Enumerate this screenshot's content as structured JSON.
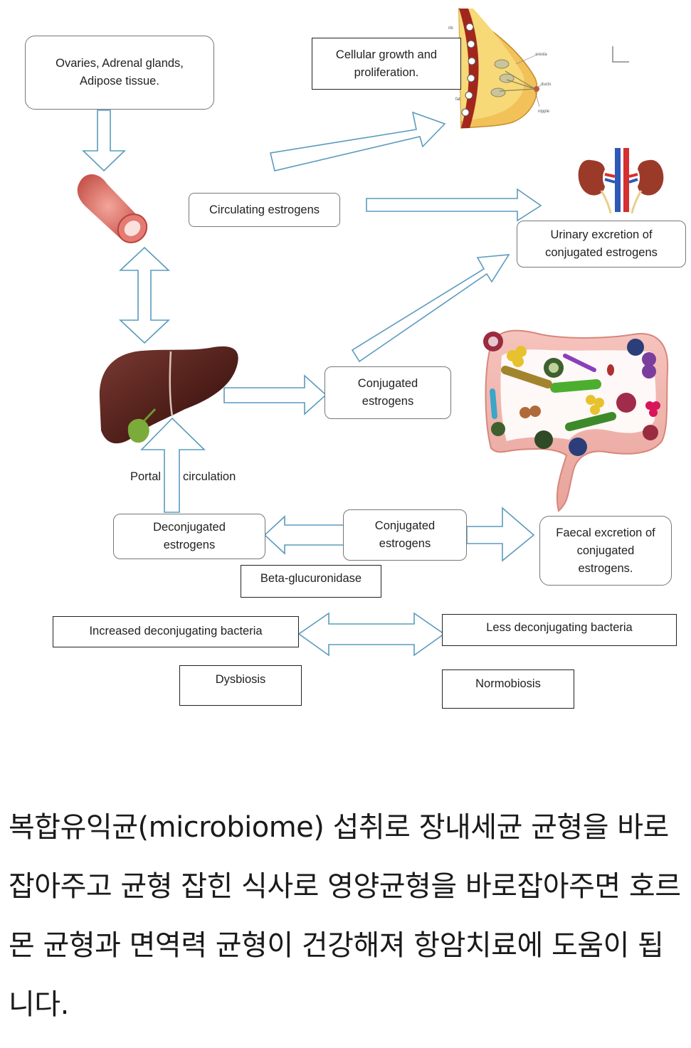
{
  "diagram": {
    "sources": "Ovaries, Adrenal glands,\nAdipose tissue.",
    "cellular_growth": "Cellular growth and\nproliferation.",
    "circulating": "Circulating estrogens",
    "urinary": "Urinary excretion of\nconjugated estrogens",
    "conjugated_upper": "Conjugated\nestrogens",
    "portal_left": "Portal",
    "portal_right": "circulation",
    "deconjugated": "Deconjugated\nestrogens",
    "conjugated_lower": "Conjugated\nestrogens",
    "faecal": "Faecal excretion of\nconjugated\nestrogens.",
    "beta_glucuronidase": "Beta-glucuronidase",
    "increased_bacteria": "Increased deconjugating bacteria",
    "less_bacteria": "Less deconjugating bacteria",
    "dysbiosis": "Dysbiosis",
    "normobiosis": "Normobiosis",
    "breast_labels": {
      "rib": "rib",
      "fat": "fat",
      "areola": "areola",
      "ducts": "ducts",
      "nipple": "nipple"
    },
    "icons": [
      "blood-vessel-icon",
      "liver-icon",
      "breast-anatomy-icon",
      "kidney-icon",
      "gut-microbiome-icon"
    ]
  },
  "caption": "복합유익균(microbiome) 섭취로 장내세균 균형을 바로잡아주고 균형 잡힌 식사로 영양균형을 바로잡아주면 호르몬 균형과 면역력 균형이 건강해져 항암치료에 도움이 됩니다."
}
